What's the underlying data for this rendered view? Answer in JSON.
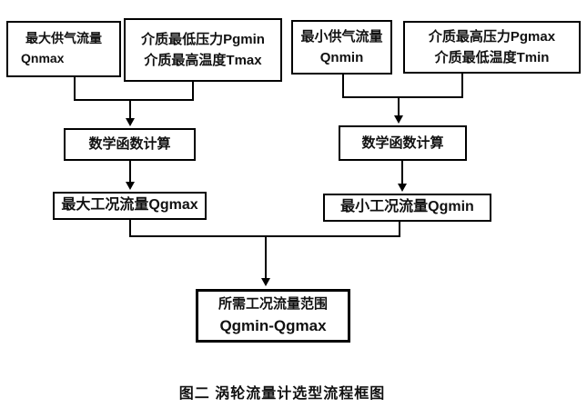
{
  "diagram": {
    "nodes": {
      "qnmax": {
        "line1": "最大供气流量",
        "line2": "Qnmax"
      },
      "pgmin_tmax": {
        "line1": "介质最低压力Pgmin",
        "line2": "介质最高温度Tmax"
      },
      "qnmin": {
        "line1": "最小供气流量",
        "line2": "Qnmin"
      },
      "pgmax_tmin": {
        "line1": "介质最高压力Pgmax",
        "line2": "介质最低温度Tmin"
      },
      "calc_left": {
        "label": "数学函数计算"
      },
      "calc_right": {
        "label": "数学函数计算"
      },
      "qgmax": {
        "label": "最大工况流量Qgmax"
      },
      "qgmin": {
        "label": "最小工况流量Qgmin"
      },
      "result": {
        "line1": "所需工况流量范围",
        "line2": "Qgmin-Qgmax"
      }
    },
    "edges": [
      {
        "from": "qnmax",
        "to": "calc_left"
      },
      {
        "from": "pgmin_tmax",
        "to": "calc_left"
      },
      {
        "from": "calc_left",
        "to": "qgmax"
      },
      {
        "from": "qnmin",
        "to": "calc_right"
      },
      {
        "from": "pgmax_tmin",
        "to": "calc_right"
      },
      {
        "from": "calc_right",
        "to": "qgmin"
      },
      {
        "from": "qgmax",
        "to": "result"
      },
      {
        "from": "qgmin",
        "to": "result"
      }
    ],
    "caption": "图二  涡轮流量计选型流程框图",
    "colors": {
      "line": "#000000",
      "background": "#ffffff",
      "text": "#111111"
    }
  }
}
